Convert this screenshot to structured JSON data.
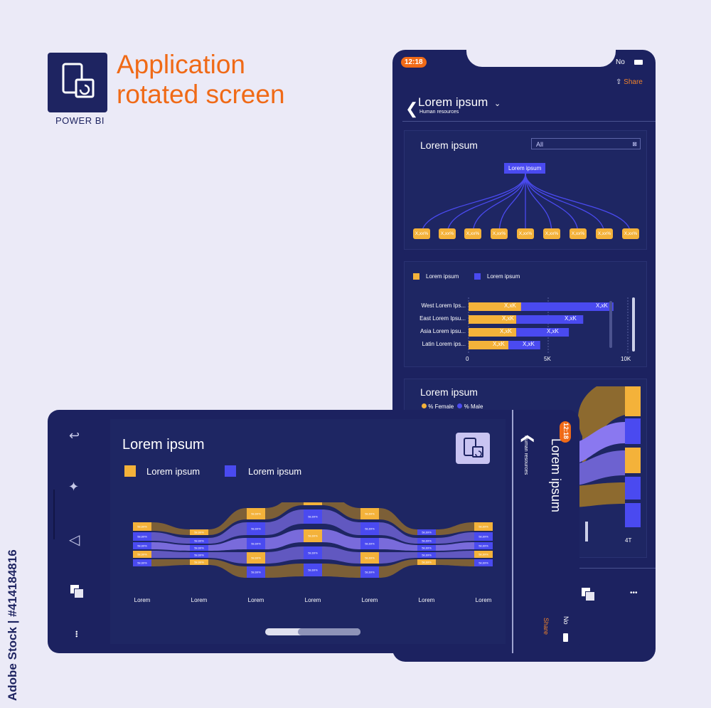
{
  "header": {
    "title_line1": "Application",
    "title_line2": "rotated screen",
    "brand": "POWER BI",
    "stock_id": "Adobe Stock | #414184816"
  },
  "colors": {
    "accent": "#f06a17",
    "navy": "#1c2260",
    "yellow": "#f4b23a",
    "blue": "#4a4af0",
    "purple": "#8a78f0"
  },
  "portrait": {
    "time": "12:18",
    "status": "No",
    "share": "Share",
    "title": "Lorem ipsum",
    "subtitle": "Human resources",
    "card1": {
      "title": "Lorem ipsum",
      "filter_value": "All",
      "root": "Lorem ipsum",
      "leaves": [
        "X,xx%",
        "X,xx%",
        "X,xx%",
        "X,xx%",
        "X,xx%",
        "X,xx%",
        "X,xx%",
        "X,xx%",
        "X,xx%"
      ]
    },
    "card2": {
      "legend": [
        "Lorem ipsum",
        "Lorem ipsum"
      ],
      "rows": [
        {
          "label": "West Lorem Ips...",
          "a": "X,xK",
          "b": "X,xK"
        },
        {
          "label": "East Lorem Ipsu...",
          "a": "X,xK",
          "b": "X,xK"
        },
        {
          "label": "Asia Lorem ipsu...",
          "a": "X,xK",
          "b": "X,xK"
        },
        {
          "label": "Latin Lorem ips...",
          "a": "X,xK",
          "b": "X,xK"
        }
      ],
      "axis": [
        "0",
        "5K",
        "10K"
      ]
    },
    "card3": {
      "title": "Lorem ipsum",
      "legend": [
        "% Female",
        "% Male"
      ],
      "axis_label": "4T"
    }
  },
  "landscape": {
    "title": "Lorem ipsum",
    "legend": [
      "Lorem ipsum",
      "Lorem ipsum"
    ],
    "side_title": "Lorem ipsum",
    "side_subtitle": "Human resources",
    "time": "12:18",
    "status": "No",
    "share": "Share",
    "stack_labels": [
      "Lorem",
      "Lorem",
      "Lorem",
      "Lorem",
      "Lorem",
      "Lorem",
      "Lorem"
    ],
    "segment_value": "58,69%"
  },
  "chart_data": {
    "type": "bar",
    "categories": [
      "West Lorem Ips...",
      "East Lorem Ipsu...",
      "Asia Lorem ipsu...",
      "Latin Lorem ips..."
    ],
    "series": [
      {
        "name": "Lorem ipsum",
        "values": [
          3.3,
          3.0,
          3.0,
          2.5
        ]
      },
      {
        "name": "Lorem ipsum",
        "values": [
          5.8,
          4.2,
          3.3,
          2.0
        ]
      }
    ],
    "xlim": [
      0,
      10
    ],
    "xticks": [
      "0",
      "5K",
      "10K"
    ]
  }
}
